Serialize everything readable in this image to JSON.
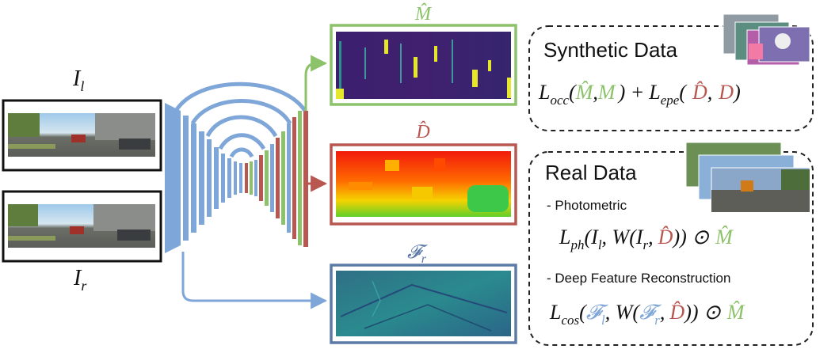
{
  "colors": {
    "blue": "#7ea6d8",
    "green": "#8cc26a",
    "red": "#b85650",
    "black": "#111111",
    "dash": "#222222"
  },
  "inputs": {
    "left_label": "I",
    "left_sub": "l",
    "right_label": "I",
    "right_sub": "r"
  },
  "outputs": {
    "m_label": "M̂",
    "d_label": "D̂",
    "f_label": "𝓕",
    "f_sub": "r"
  },
  "synthetic": {
    "title": "Synthetic Data",
    "loss": {
      "L1": "L",
      "L1_sub": "occ",
      "open": "(",
      "mhat": "M̂",
      "comma": ",",
      "m": "M",
      "close_plus": ") +",
      "L2": "L",
      "L2_sub": "epe",
      "open2": "(",
      "dhat": "D̂",
      "comma2": ",",
      "d": "D",
      "close2": ")"
    }
  },
  "real": {
    "title": "Real Data",
    "photometric_label": "- Photometric",
    "ph": {
      "L": "L",
      "sub": "ph",
      "p1": "(",
      "Il": "I",
      "Il_sub": "l",
      "c1": ", W(",
      "Ir": "I",
      "Ir_sub": "r",
      "c2": ",",
      "dhat": "D̂",
      "p2": ")) ⊙",
      "mhat": "M̂"
    },
    "deep_label": "- Deep Feature Reconstruction",
    "cos": {
      "L": "L",
      "sub": "cos",
      "p1": "(",
      "Fl": "𝓕",
      "Fl_sub": "l",
      "c1": ", W(",
      "Fr": "𝓕",
      "Fr_sub": "r",
      "c2": ",",
      "dhat": "D̂",
      "p2": ")) ⊙",
      "mhat": "M̂"
    }
  }
}
